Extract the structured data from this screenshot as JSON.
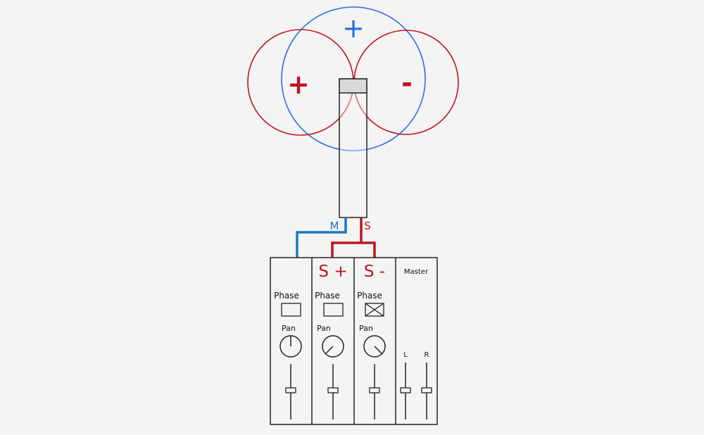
{
  "colors": {
    "red": "#c0141c",
    "blue": "#1e6fe0",
    "wire_blue": "#1a78c2",
    "line": "#222222"
  },
  "pattern": {
    "mid_sign": "+",
    "side_left_sign": "+",
    "side_right_sign": "-"
  },
  "wires": {
    "mid_label": "M",
    "side_label": "S"
  },
  "mixer": {
    "channels": [
      {
        "label": "",
        "phase_label": "Phase",
        "phase_inverted": false,
        "pan_label": "Pan",
        "pan_position": "center"
      },
      {
        "label": "S +",
        "phase_label": "Phase",
        "phase_inverted": false,
        "pan_label": "Pan",
        "pan_position": "left"
      },
      {
        "label": "S -",
        "phase_label": "Phase",
        "phase_inverted": true,
        "pan_label": "Pan",
        "pan_position": "right"
      }
    ],
    "master": {
      "label": "Master",
      "left": "L",
      "right": "R"
    }
  }
}
